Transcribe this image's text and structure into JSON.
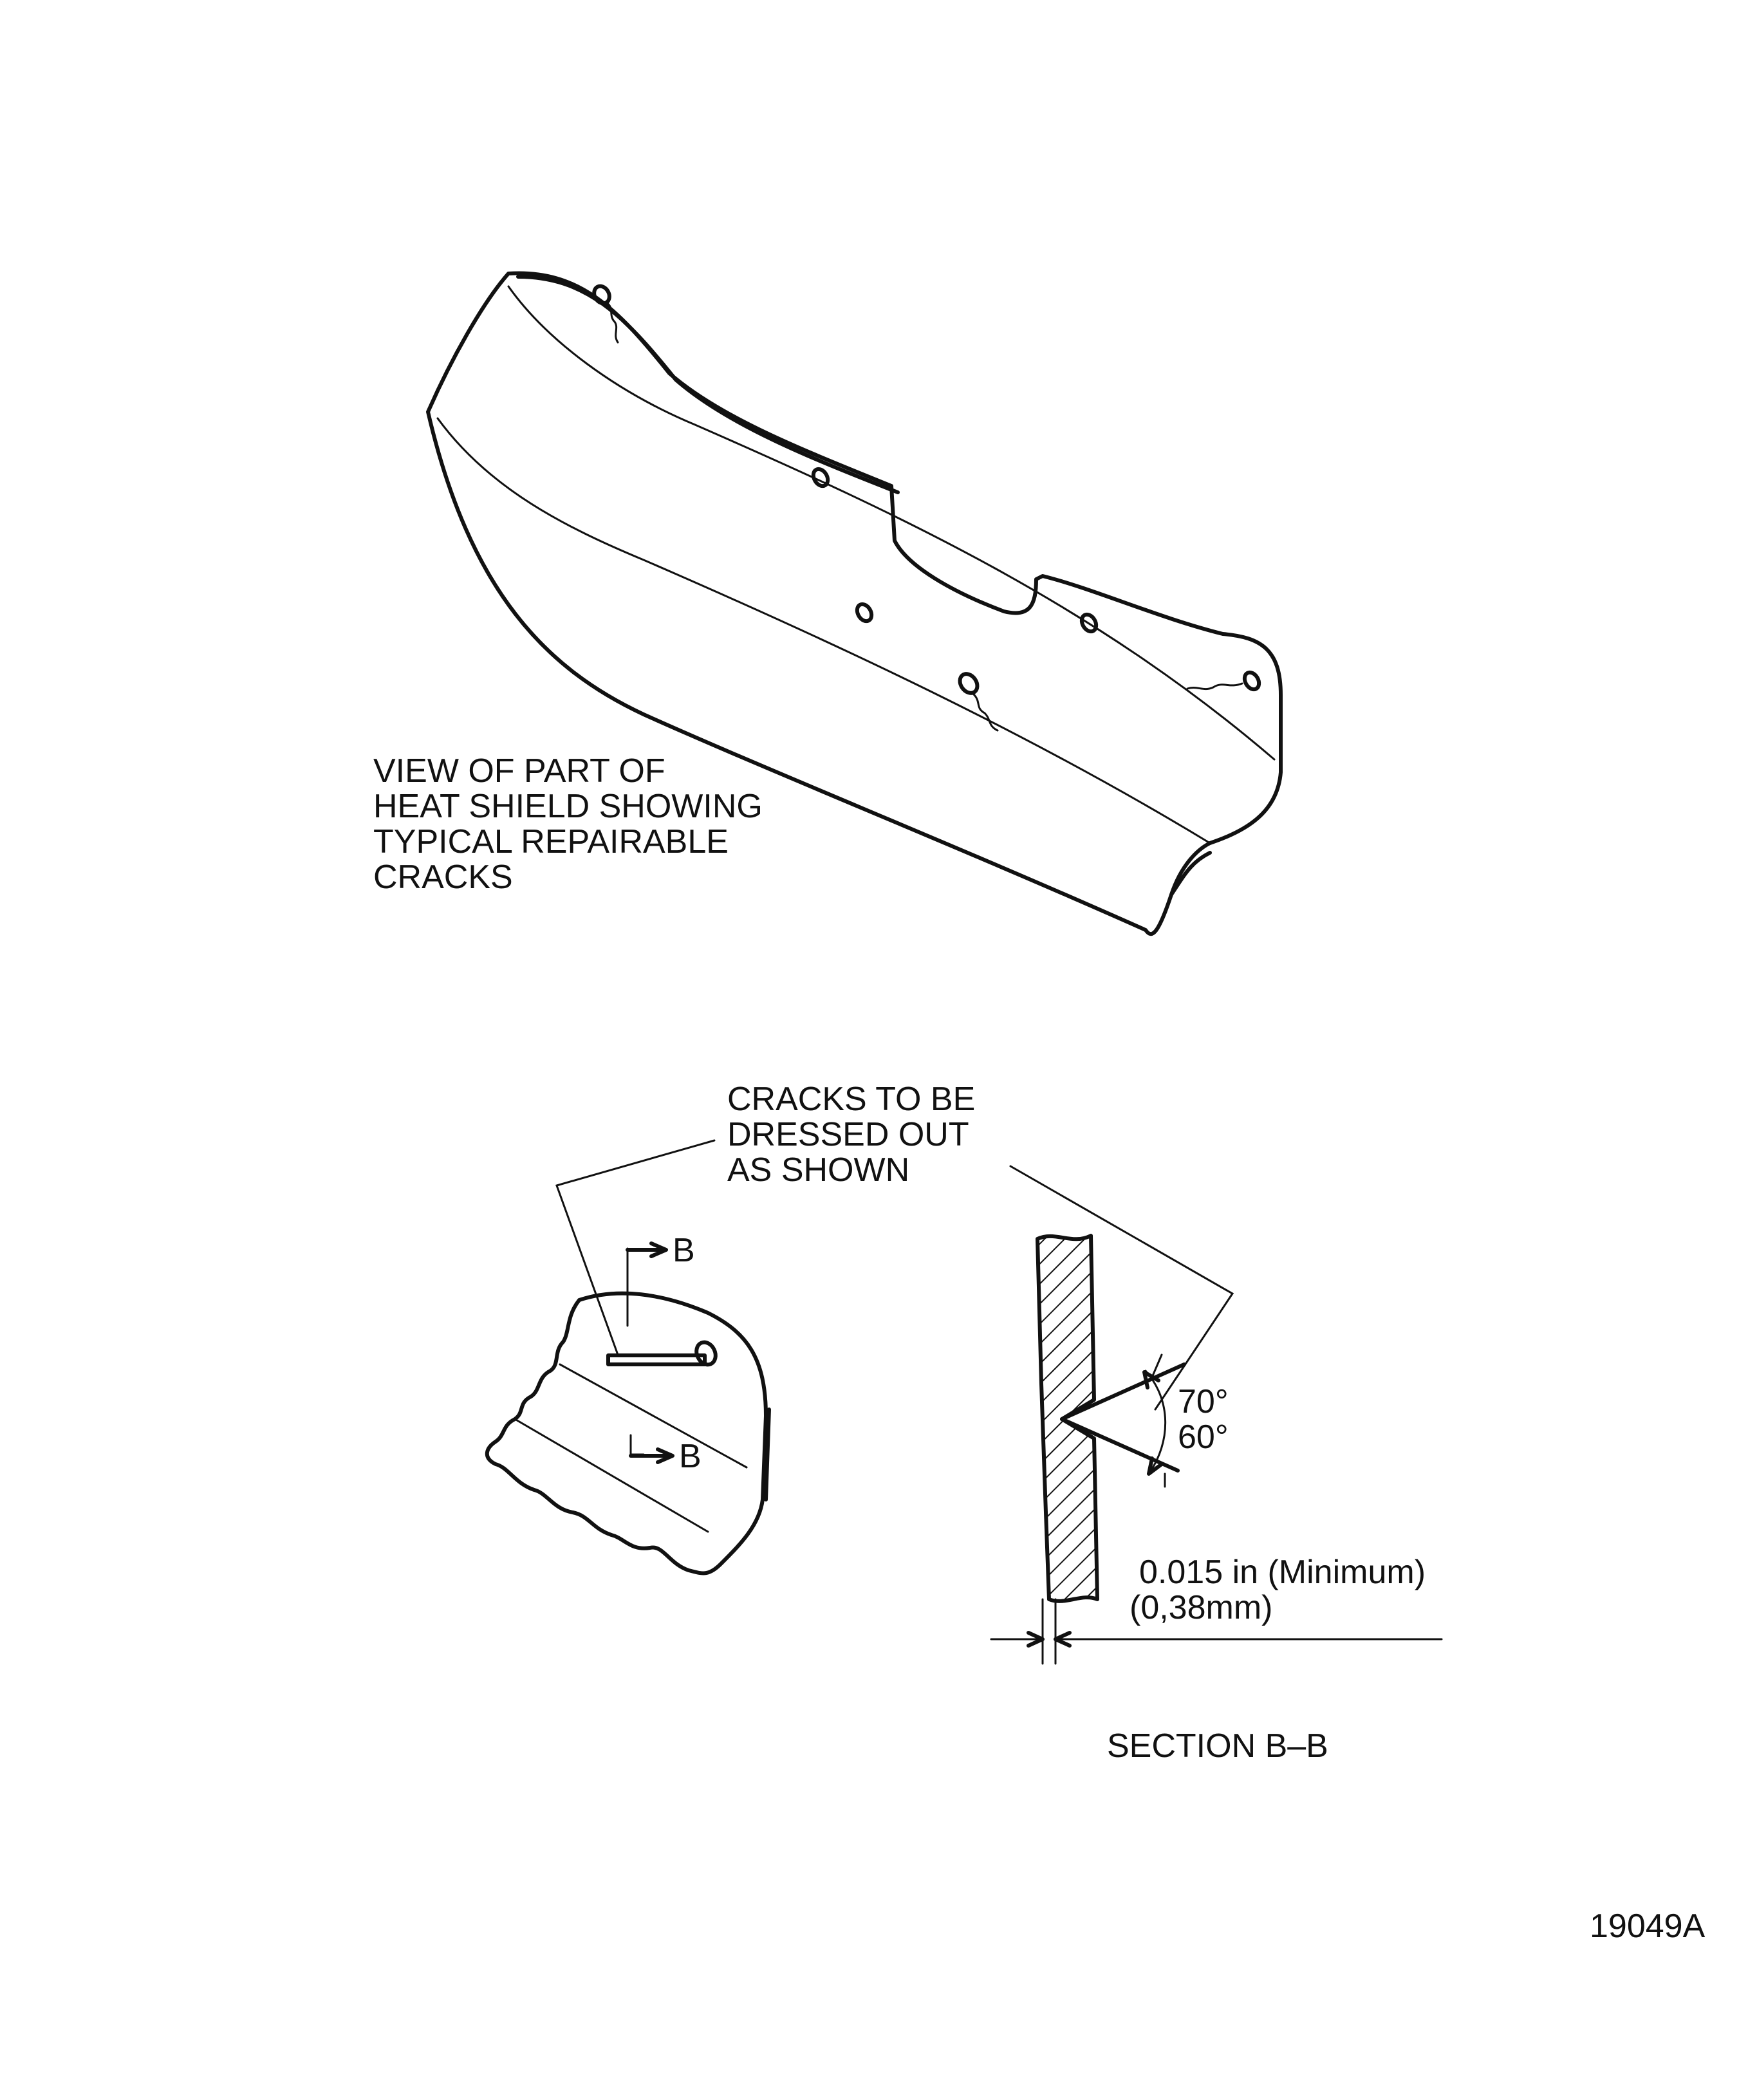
{
  "heat_shield_view": {
    "caption_lines": [
      "VIEW OF PART OF",
      "HEAT SHIELD SHOWING",
      "TYPICAL REPAIRABLE",
      "CRACKS"
    ]
  },
  "detail_view": {
    "callout_lines": [
      "CRACKS TO BE",
      "DRESSED OUT",
      "AS SHOWN"
    ],
    "section_marker_top": "B",
    "section_marker_bottom": "B"
  },
  "section_view": {
    "angle_upper": "70°",
    "angle_lower": "60°",
    "min_thickness_in": "0.015 in (Minimum)",
    "min_thickness_mm": "(0,38mm)",
    "title": "SECTION B–B"
  },
  "figure_number": "19049A"
}
